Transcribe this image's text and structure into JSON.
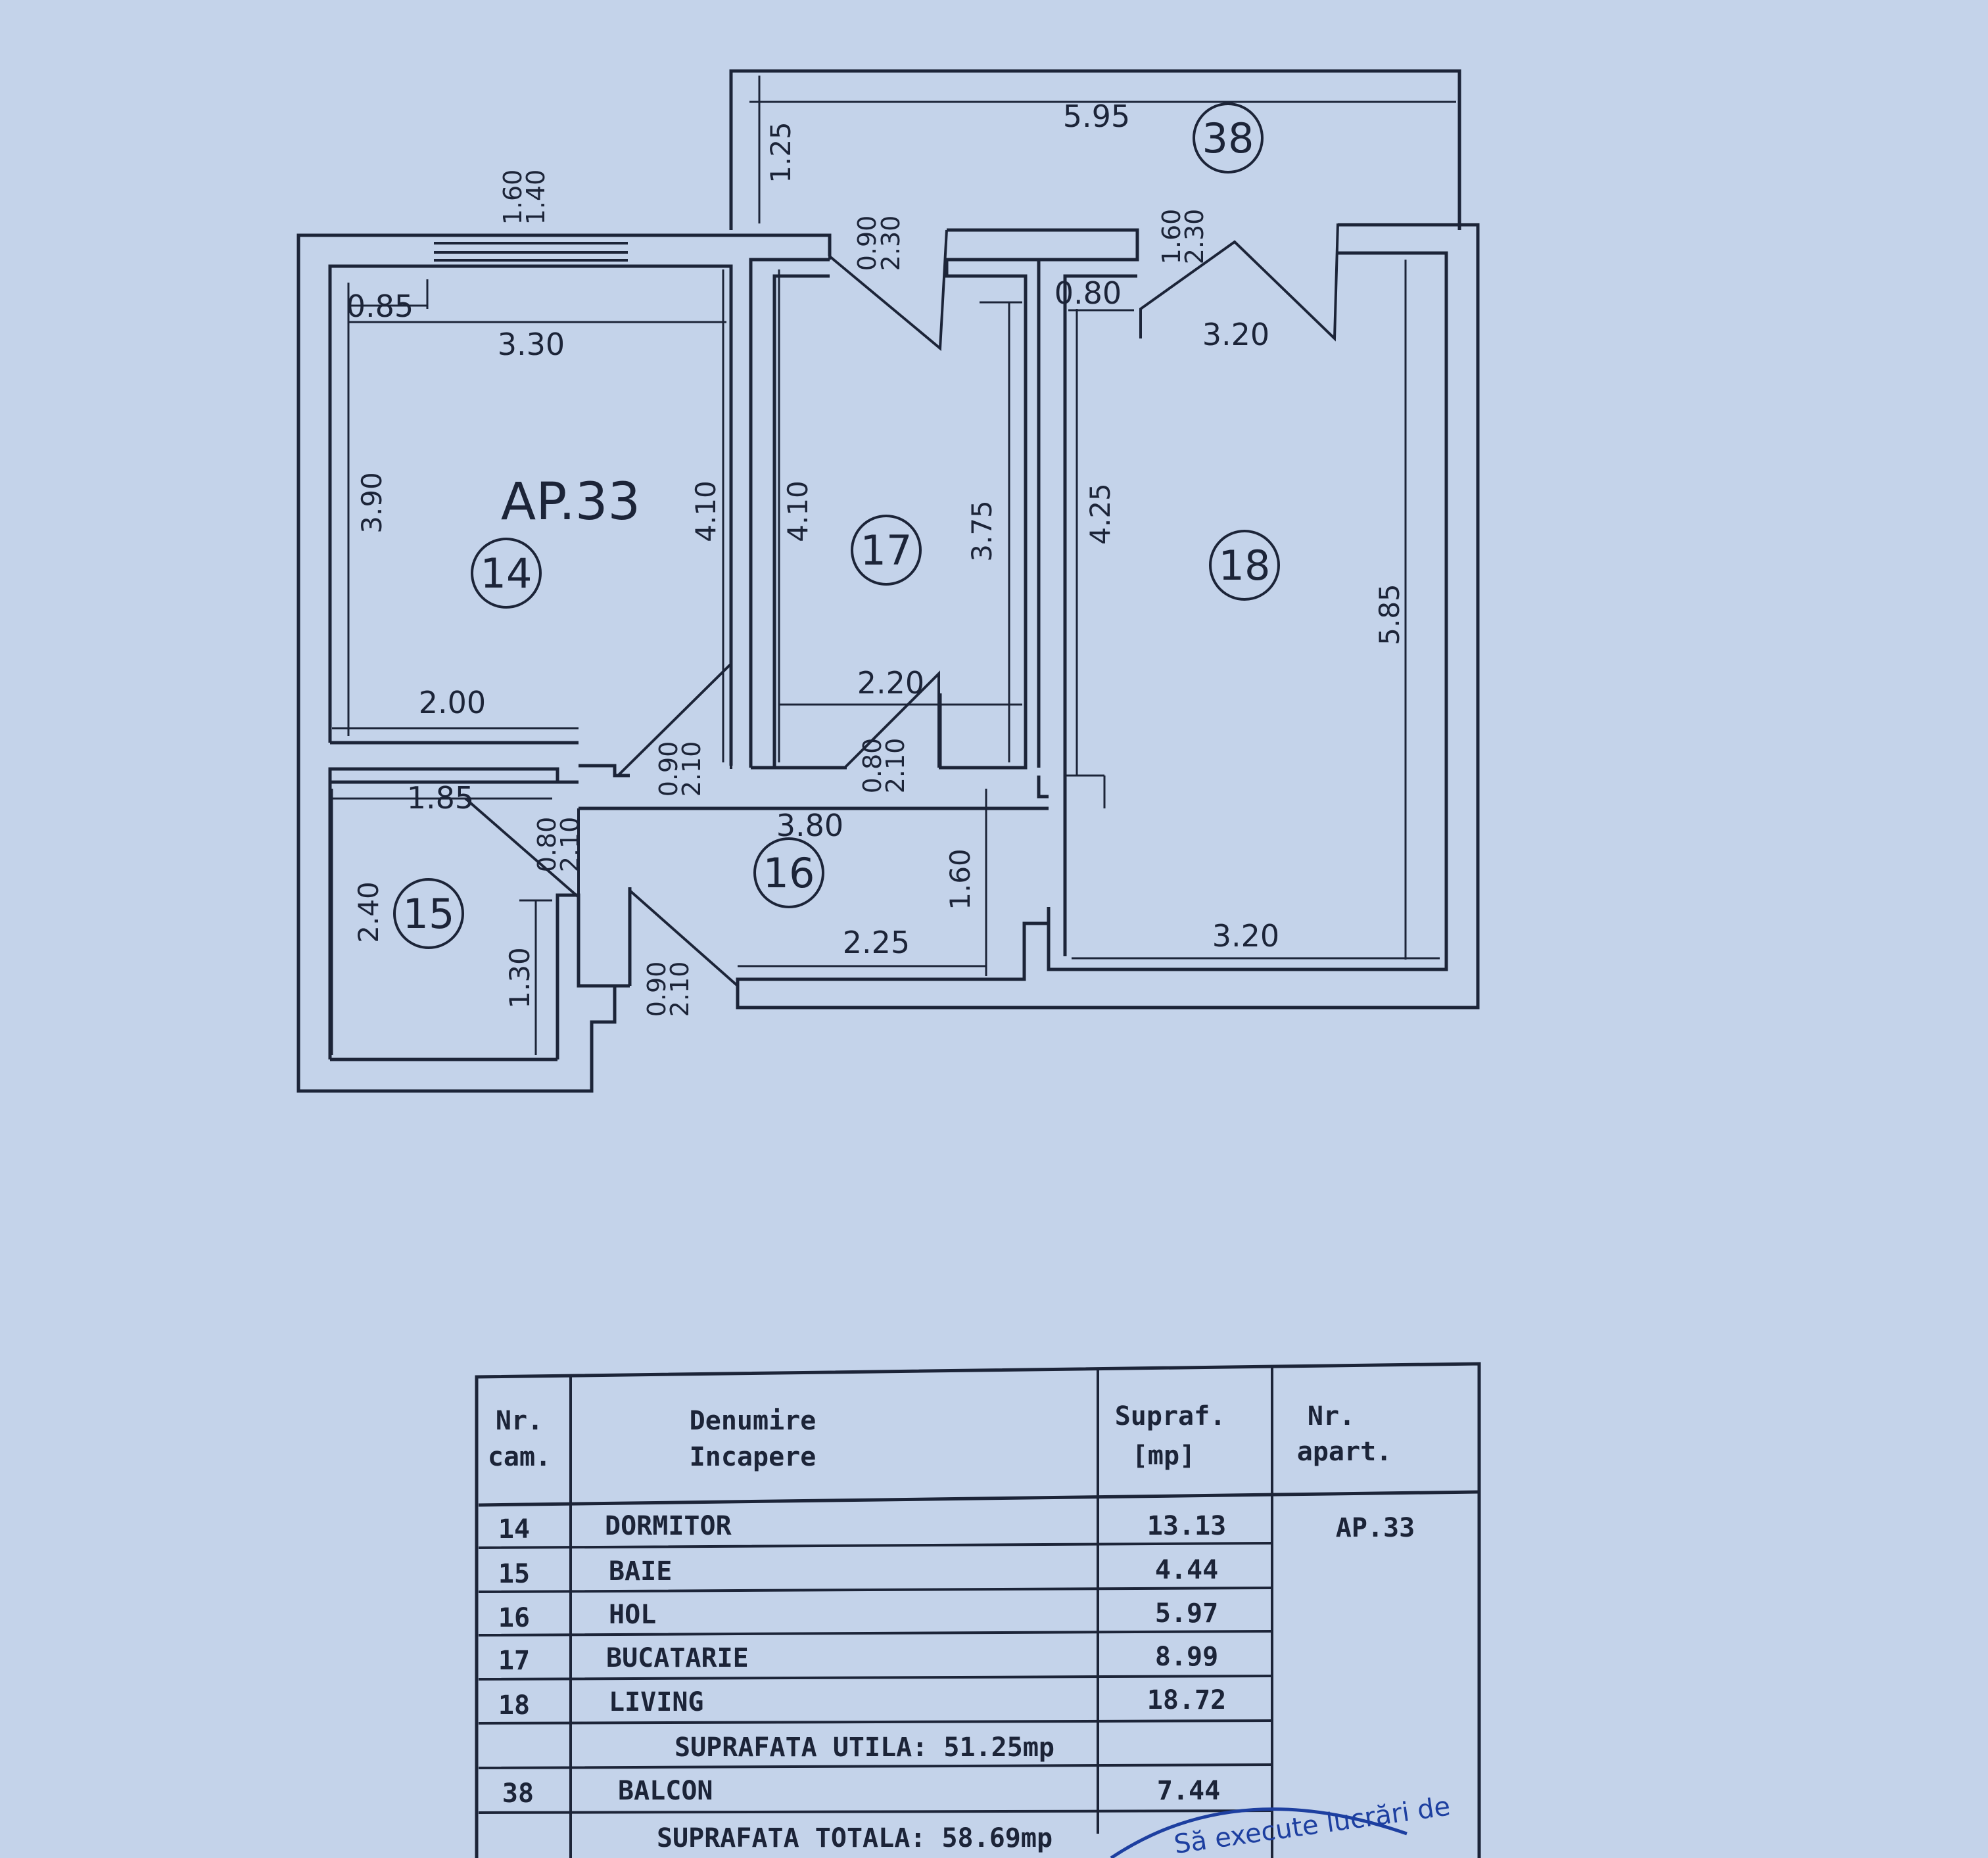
{
  "plan": {
    "title": "AP.33",
    "rooms": [
      {
        "no": "14"
      },
      {
        "no": "15"
      },
      {
        "no": "16"
      },
      {
        "no": "17"
      },
      {
        "no": "18"
      },
      {
        "no": "38"
      }
    ],
    "dimensions": {
      "balcony_width": "5.95",
      "balcony_depth": "1.25",
      "win14_a": "1.60",
      "win14_b": "1.40",
      "d14_085": "0.85",
      "d14_330": "3.30",
      "d14_390": "3.90",
      "d14_410": "4.10",
      "d14_200": "2.00",
      "d17_410": "4.10",
      "d17_375": "3.75",
      "d17_220": "2.20",
      "win17_a": "0.90",
      "win17_b": "2.30",
      "win18_a": "1.60",
      "win18_b": "2.30",
      "d18_080": "0.80",
      "d18_320_top": "3.20",
      "d18_425": "4.25",
      "d18_585": "5.85",
      "d18_320_bottom": "3.20",
      "door14_a": "0.90",
      "door14_b": "2.10",
      "door17_a": "0.80",
      "door17_b": "2.10",
      "d15_185": "1.85",
      "door15_a": "0.80",
      "door15_b": "2.10",
      "d15_240": "2.40",
      "d15_130": "1.30",
      "d16_380": "3.80",
      "d16_160": "1.60",
      "d16_225": "2.25",
      "door16_a": "0.90",
      "door16_b": "2.10"
    }
  },
  "table": {
    "headers": {
      "nr_cam_1": "Nr.",
      "nr_cam_2": "cam.",
      "denumire_1": "Denumire",
      "denumire_2": "Incapere",
      "supraf_1": "Supraf.",
      "supraf_2": "[mp]",
      "apart_1": "Nr.",
      "apart_2": "apart."
    },
    "rows": [
      {
        "nr": "14",
        "name": "DORMITOR",
        "area": "13.13"
      },
      {
        "nr": "15",
        "name": "BAIE",
        "area": "4.44"
      },
      {
        "nr": "16",
        "name": "HOL",
        "area": "5.97"
      },
      {
        "nr": "17",
        "name": "BUCATARIE",
        "area": "8.99"
      },
      {
        "nr": "18",
        "name": "LIVING",
        "area": "18.72"
      }
    ],
    "apart_value": "AP.33",
    "suprafata_utila": "SUPRAFATA  UTILA: 51.25mp",
    "balcon_row": {
      "nr": "38",
      "name": "BALCON",
      "area": "7.44"
    },
    "suprafata_totala": "SUPRAFATA  TOTALA: 58.69mp"
  },
  "stamp": {
    "text": "Să execute lucrări de"
  }
}
